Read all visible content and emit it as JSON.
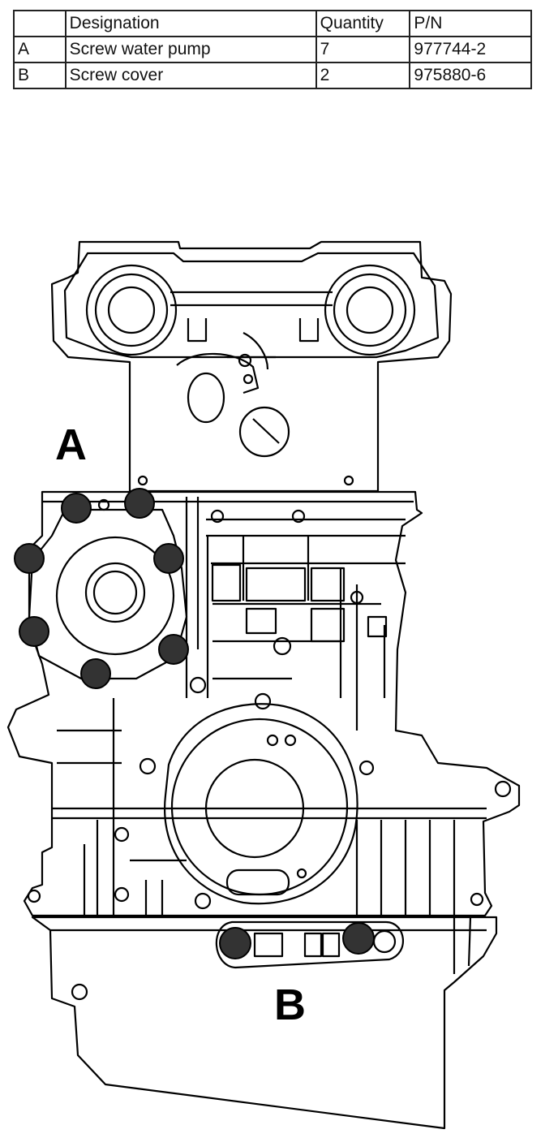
{
  "table": {
    "headers": [
      "",
      "Designation",
      "Quantity",
      "P/N"
    ],
    "rows": [
      [
        "A",
        "Screw water pump",
        "7",
        "977744-2"
      ],
      [
        "B",
        "Screw cover",
        "2",
        "975880-6"
      ]
    ]
  },
  "callouts": {
    "a": "A",
    "b": "B"
  },
  "colors": {
    "line": "#000000",
    "screw_fill": "#333333",
    "background": "#ffffff"
  }
}
